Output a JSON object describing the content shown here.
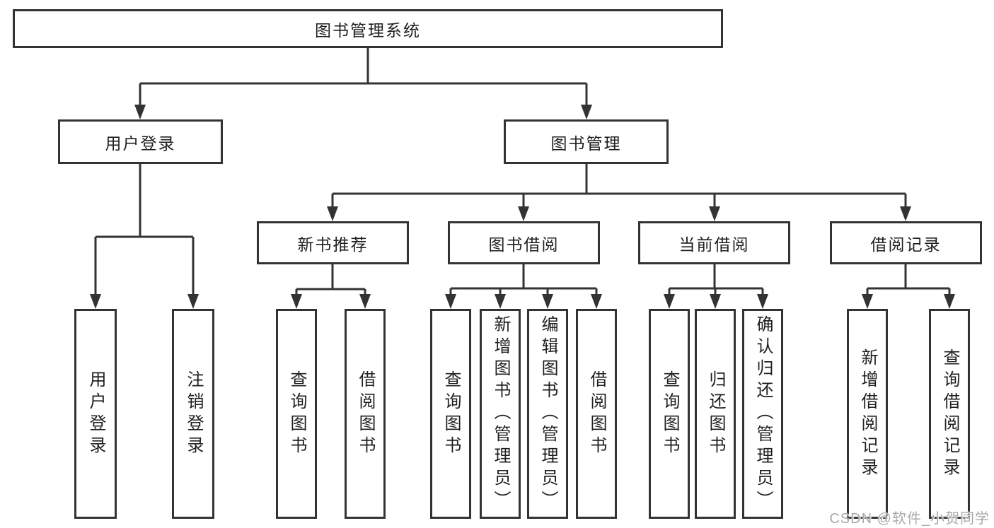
{
  "diagram": {
    "root": {
      "label": "图书管理系统"
    },
    "branches": [
      {
        "label": "用户登录",
        "children": [
          {
            "label": "用户登录"
          },
          {
            "label": "注销登录"
          }
        ]
      },
      {
        "label": "图书管理",
        "children": [
          {
            "label": "新书推荐",
            "children": [
              {
                "label": "查询图书"
              },
              {
                "label": "借阅图书"
              }
            ]
          },
          {
            "label": "图书借阅",
            "children": [
              {
                "label": "查询图书"
              },
              {
                "label": "新增图书（管理员）"
              },
              {
                "label": "编辑图书（管理员）"
              },
              {
                "label": "借阅图书"
              }
            ]
          },
          {
            "label": "当前借阅",
            "children": [
              {
                "label": "查询图书"
              },
              {
                "label": "归还图书"
              },
              {
                "label": "确认归还（管理员）"
              }
            ]
          },
          {
            "label": "借阅记录",
            "children": [
              {
                "label": "新增借阅记录"
              },
              {
                "label": "查询借阅记录"
              }
            ]
          }
        ]
      }
    ]
  },
  "watermark": {
    "text": "CSDN @软件_小贺同学"
  },
  "colors": {
    "line": "#333333",
    "box_border": "#333333",
    "text": "#1f1f1f",
    "watermark": "#a9a9a9",
    "background": "#ffffff"
  }
}
